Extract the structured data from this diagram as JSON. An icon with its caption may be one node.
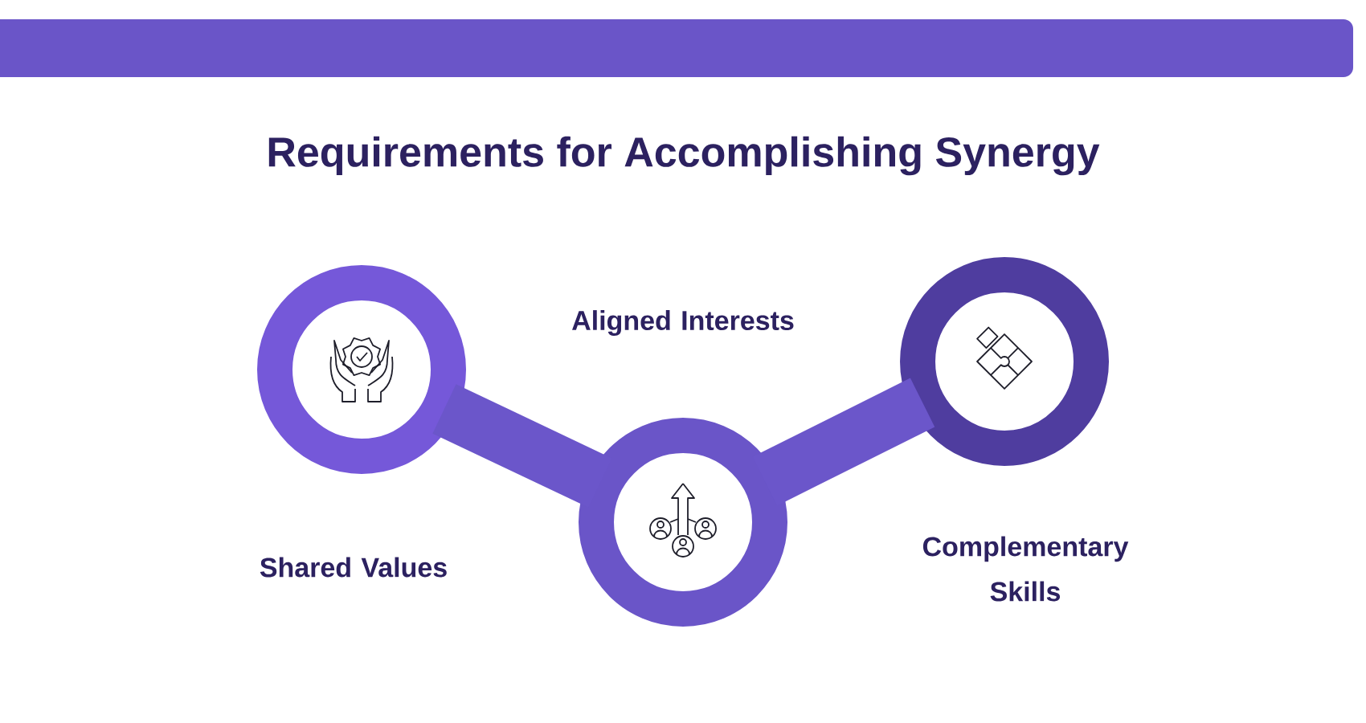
{
  "diagram": {
    "title": "Requirements for Accomplishing Synergy",
    "nodes": [
      {
        "text": [],
        "shape": "circle",
        "beside": [
          "Shared Values"
        ]
      },
      {
        "text": [],
        "shape": "circle",
        "beside": [
          "Aligned Interests"
        ]
      },
      {
        "text": [],
        "shape": "circle",
        "beside": [
          "Complementary Skills"
        ]
      }
    ],
    "edges": [
      {
        "from": 0,
        "to": 1,
        "arrow": "none"
      },
      {
        "from": 1,
        "to": 2,
        "arrow": "none"
      }
    ]
  }
}
